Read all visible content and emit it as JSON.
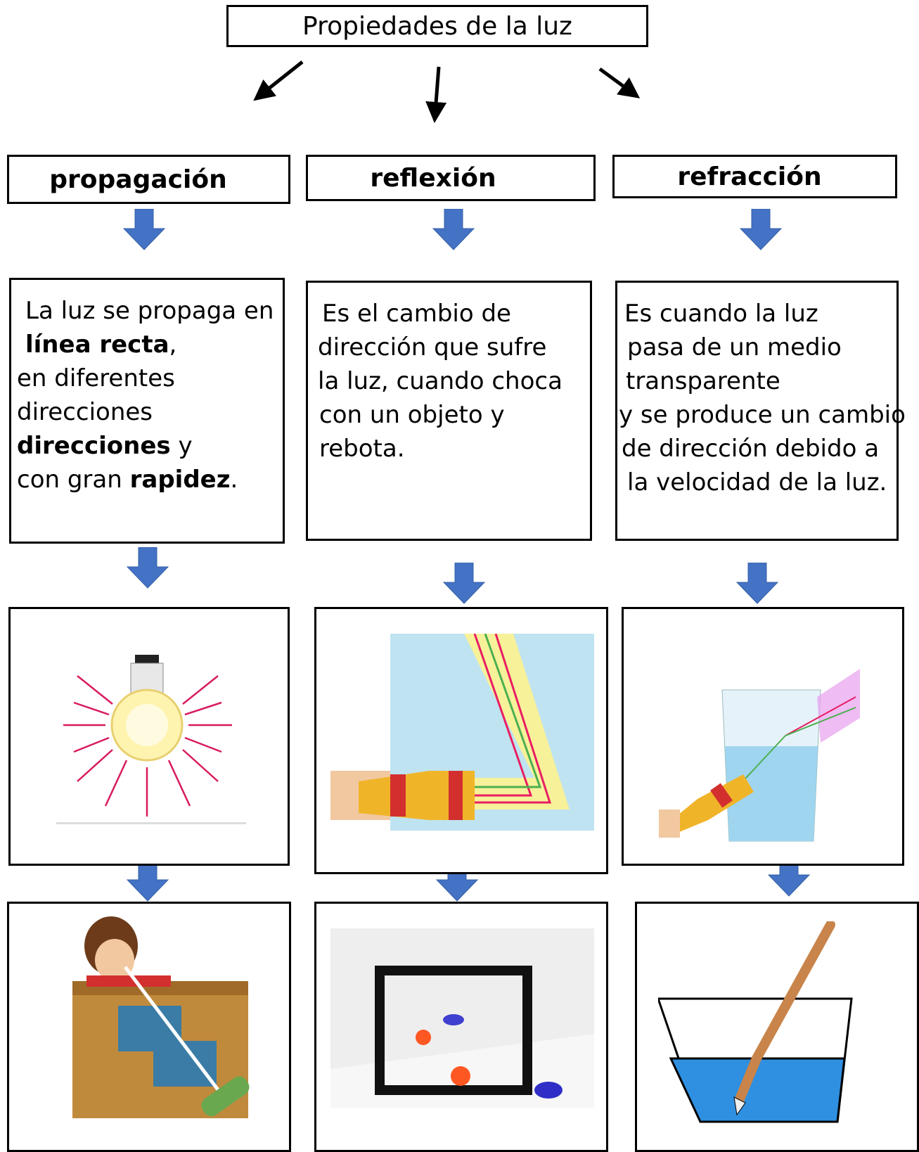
{
  "title": "Propiedades de la luz",
  "columns": [
    {
      "heading": "propagación",
      "lines": [
        [
          {
            "t": "La luz se propaga en",
            "b": false
          }
        ],
        [
          {
            "t": "línea recta",
            "b": true
          },
          {
            "t": ",",
            "b": false
          }
        ],
        [
          {
            "t": "en diferentes",
            "b": false
          }
        ],
        [
          {
            "t": "direcciones",
            "b": false
          }
        ],
        [
          {
            "t": "direcciones",
            "b": true
          },
          {
            "t": " y",
            "b": false
          }
        ],
        [
          {
            "t": "con gran ",
            "b": false
          },
          {
            "t": "rapidez",
            "b": true
          },
          {
            "t": ".",
            "b": false
          }
        ]
      ]
    },
    {
      "heading": "reflexión",
      "lines": [
        [
          {
            "t": "Es el cambio  de",
            "b": false
          }
        ],
        [
          {
            "t": "dirección que sufre",
            "b": false
          }
        ],
        [
          {
            "t": "la luz, cuando choca",
            "b": false
          }
        ],
        [
          {
            "t": "con un objeto  y",
            "b": false
          }
        ],
        [
          {
            "t": "rebota.",
            "b": false
          }
        ]
      ]
    },
    {
      "heading": "refracción",
      "lines": [
        [
          {
            "t": "Es cuando la luz",
            "b": false
          }
        ],
        [
          {
            "t": "pasa de un medio",
            "b": false
          }
        ],
        [
          {
            "t": "transparente",
            "b": false
          }
        ],
        [
          {
            "t": "y se produce un cambio",
            "b": false
          }
        ],
        [
          {
            "t": "de dirección debido a",
            "b": false
          }
        ],
        [
          {
            "t": "la velocidad de la luz.",
            "b": false
          }
        ]
      ]
    }
  ],
  "colors": {
    "arrow": "#4472C4",
    "border": "#000000"
  },
  "illustrations": [
    "light-bulb-rays-image",
    "flashlight-mirror-reflection-image",
    "flashlight-glass-refraction-image",
    "girl-cards-straight-line-image",
    "mirror-balls-reflection-image",
    "pencil-in-water-image"
  ]
}
